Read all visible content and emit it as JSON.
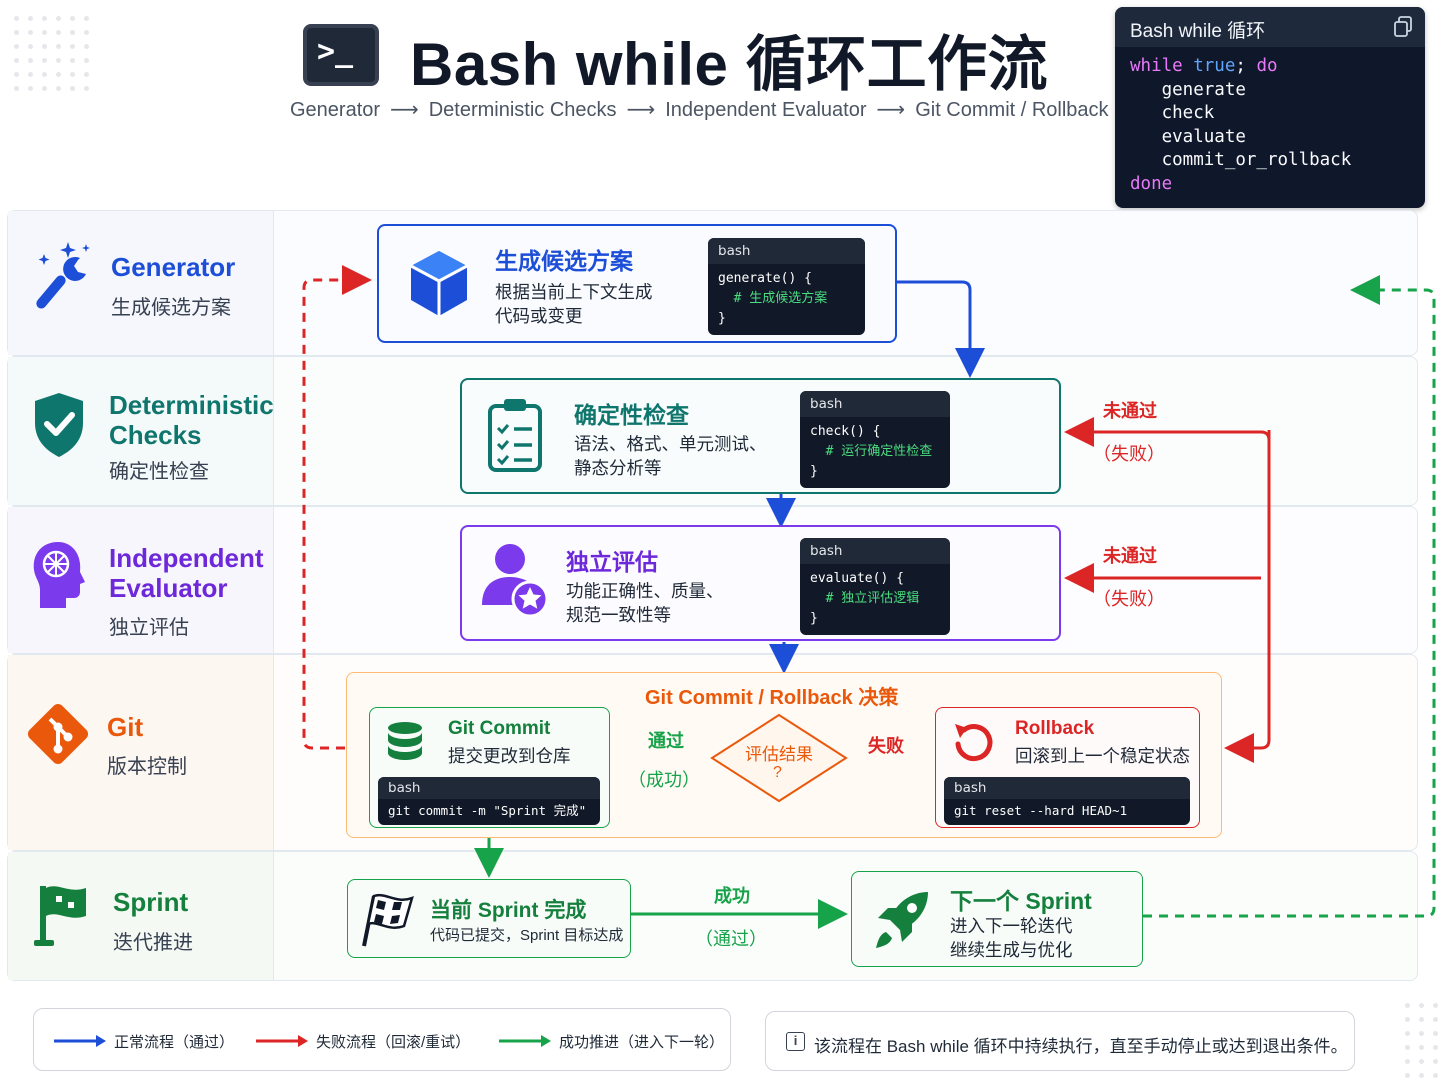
{
  "header": {
    "title": "Bash while 循环工作流",
    "pipeline": [
      "Generator",
      "Deterministic Checks",
      "Independent Evaluator",
      "Git Commit / Rollback"
    ],
    "arrow": "⟶"
  },
  "code_panel": {
    "title": "Bash while 循环",
    "lines": {
      "l1_kw": "while",
      "l1_true": " true",
      "l1_sep": ";",
      "l1_do": " do",
      "l2": "   generate",
      "l3": "   check",
      "l4": "   evaluate",
      "l5": "   commit_or_rollback",
      "l6": "done"
    }
  },
  "lanes": {
    "generator": {
      "title": "Generator",
      "sub": "生成候选方案",
      "color": "#1d4ed8"
    },
    "checks": {
      "title": "Deterministic Checks",
      "title_l1": "Deterministic",
      "title_l2": "Checks",
      "sub": "确定性检查",
      "color": "#0f766e"
    },
    "evaluator": {
      "title_l1": "Independent",
      "title_l2": "Evaluator",
      "sub": "独立评估",
      "color": "#6d28d9"
    },
    "git": {
      "title": "Git",
      "sub": "版本控制",
      "color": "#ea580c"
    },
    "sprint": {
      "title": "Sprint",
      "sub": "迭代推进",
      "color": "#15803d"
    }
  },
  "cards": {
    "generate": {
      "title": "生成候选方案",
      "desc_l1": "根据当前上下文生成",
      "desc_l2": "代码或变更",
      "code_hd": "bash",
      "code_l1": "generate() {",
      "code_l2": "  # 生成候选方案",
      "code_l3": "}"
    },
    "check": {
      "title": "确定性检查",
      "desc_l1": "语法、格式、单元测试、",
      "desc_l2": "静态分析等",
      "code_hd": "bash",
      "code_l1": "check() {",
      "code_l2": "  # 运行确定性检查",
      "code_l3": "}"
    },
    "evaluate": {
      "title": "独立评估",
      "desc_l1": "功能正确性、质量、",
      "desc_l2": "规范一致性等",
      "code_hd": "bash",
      "code_l1": "evaluate() {",
      "code_l2": "  # 独立评估逻辑",
      "code_l3": "}"
    },
    "decision": {
      "title": "Git Commit / Rollback 决策",
      "diamond_l1": "评估结果",
      "diamond_l2": "?"
    },
    "commit": {
      "title": "Git Commit",
      "desc": "提交更改到仓库",
      "code_hd": "bash",
      "code": "git commit -m \"Sprint 完成\""
    },
    "rollback": {
      "title": "Rollback",
      "desc": "回滚到上一个稳定状态",
      "code_hd": "bash",
      "code": "git reset --hard HEAD~1"
    },
    "sprint_done": {
      "title": "当前 Sprint 完成",
      "desc": "代码已提交，Sprint 目标达成"
    },
    "next_sprint": {
      "title": "下一个 Sprint",
      "desc_l1": "进入下一轮迭代",
      "desc_l2": "继续生成与优化"
    }
  },
  "labels": {
    "fail1": "未通过",
    "fail1_sub": "（失败）",
    "fail2": "未通过",
    "fail2_sub": "（失败）",
    "pass": "通过",
    "pass_sub": "（成功）",
    "fail": "失败",
    "success": "成功",
    "success_sub": "（通过）"
  },
  "legend": {
    "normal": "正常流程（通过）",
    "failure": "失败流程（回滚/重试）",
    "advance": "成功推进（进入下一轮）",
    "note_icon": "i",
    "note": "该流程在 Bash while 循环中持续执行，直至手动停止或达到退出条件。"
  },
  "colors": {
    "blue": "#1d4ed8",
    "red": "#dc2626",
    "green": "#16a34a",
    "orange": "#ea580c",
    "teal": "#0f766e",
    "purple": "#6d28d9"
  }
}
